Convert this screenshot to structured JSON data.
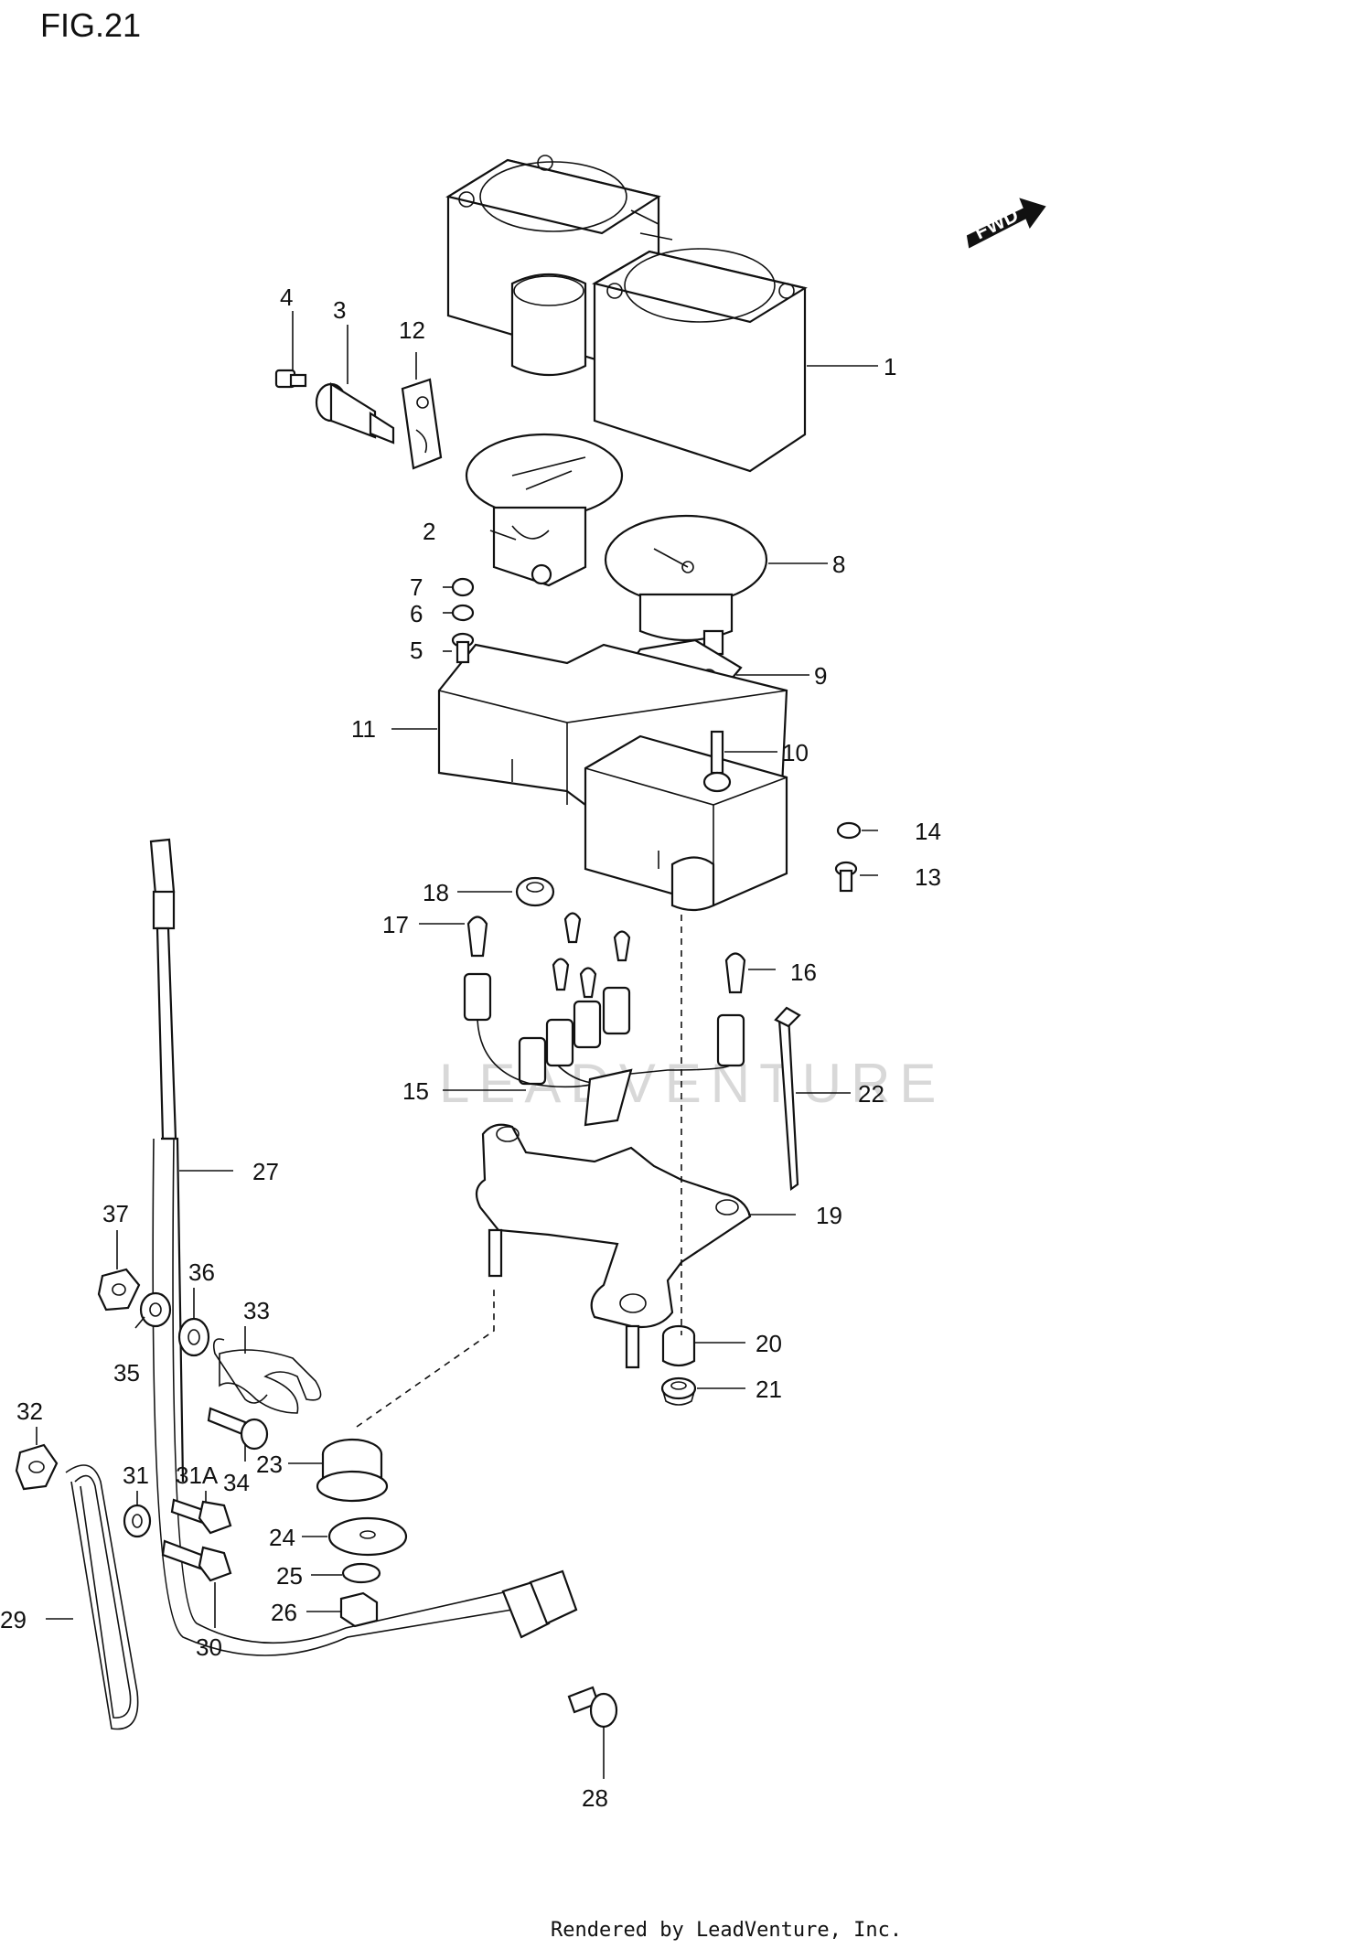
{
  "figure": {
    "title": "FIG.21"
  },
  "direction": {
    "label": "FWD"
  },
  "watermark": "LEADVENTURE",
  "footer": {
    "credit": "Rendered by LeadVenture, Inc."
  },
  "callouts": {
    "p1": "1",
    "p2": "2",
    "p3": "3",
    "p4": "4",
    "p5": "5",
    "p6": "6",
    "p7": "7",
    "p8": "8",
    "p9": "9",
    "p10": "10",
    "p11": "11",
    "p12": "12",
    "p13": "13",
    "p14": "14",
    "p15": "15",
    "p16": "16",
    "p17": "17",
    "p18": "18",
    "p19": "19",
    "p20": "20",
    "p21": "21",
    "p22": "22",
    "p23": "23",
    "p24": "24",
    "p25": "25",
    "p26": "26",
    "p27": "27",
    "p28": "28",
    "p29": "29",
    "p30": "30",
    "p31": "31",
    "p31a": "31A",
    "p32": "32",
    "p33": "33",
    "p34": "34",
    "p35": "35",
    "p36": "36",
    "p37": "37"
  }
}
